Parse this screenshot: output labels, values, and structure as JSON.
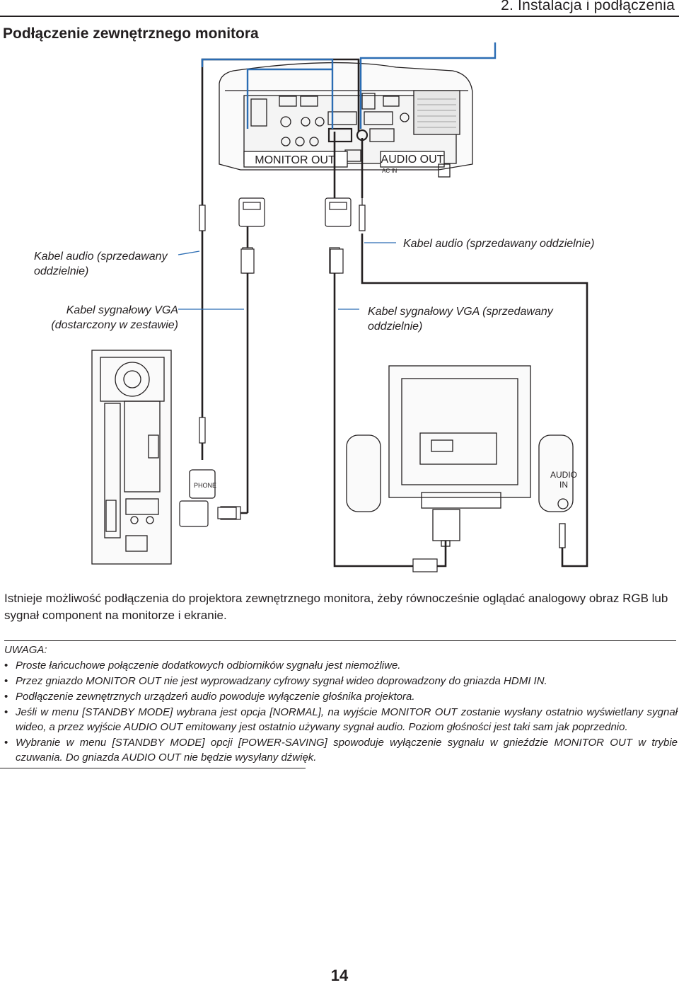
{
  "header": {
    "chapter": "2. Instalacja i podłączenia",
    "section_title": "Podłączenie zewnętrznego monitora"
  },
  "diagram": {
    "port_monitor_out": "MONITOR OUT",
    "port_audio_out": "AUDIO OUT",
    "ac_in": "AC IN",
    "label_audio_left": "Kabel audio (sprzedawany oddzielnie)",
    "label_audio_right": "Kabel audio (sprzedawany oddzielnie)",
    "label_vga_left": "Kabel sygnałowy VGA (dostarczony w zestawie)",
    "label_vga_right": "Kabel sygnałowy VGA (sprzedawany oddzielnie)",
    "pc_phone": "PHONE",
    "audio_in_line1": "AUDIO",
    "audio_in_line2": "IN"
  },
  "body": {
    "intro": "Istnieje możliwość podłączenia do projektora zewnętrznego monitora, żeby równocześnie oglądać analogowy obraz RGB lub sygnał component na monitorze i ekranie.",
    "note_heading": "UWAGA:",
    "notes": [
      "Proste łańcuchowe połączenie dodatkowych odbiorników sygnału jest niemożliwe.",
      "Przez gniazdo MONITOR OUT nie jest wyprowadzany cyfrowy sygnał wideo doprowadzony do gniazda HDMI IN.",
      "Podłączenie zewnętrznych urządzeń audio powoduje wyłączenie głośnika projektora.",
      "Jeśli w menu [STANDBY MODE] wybrana jest opcja [NORMAL], na wyjście MONITOR OUT zostanie wysłany ostatnio wyświetlany sygnał wideo, a przez wyjście AUDIO OUT emitowany jest ostatnio używany sygnał audio. Poziom głośności jest taki sam jak poprzednio.",
      "Wybranie w menu [STANDBY MODE] opcji [POWER-SAVING] spowoduje wyłączenie sygnału w gnieździe MONITOR OUT w trybie czuwania. Do gniazda AUDIO OUT nie będzie wysyłany dźwięk."
    ]
  },
  "footer": {
    "page_number": "14"
  }
}
